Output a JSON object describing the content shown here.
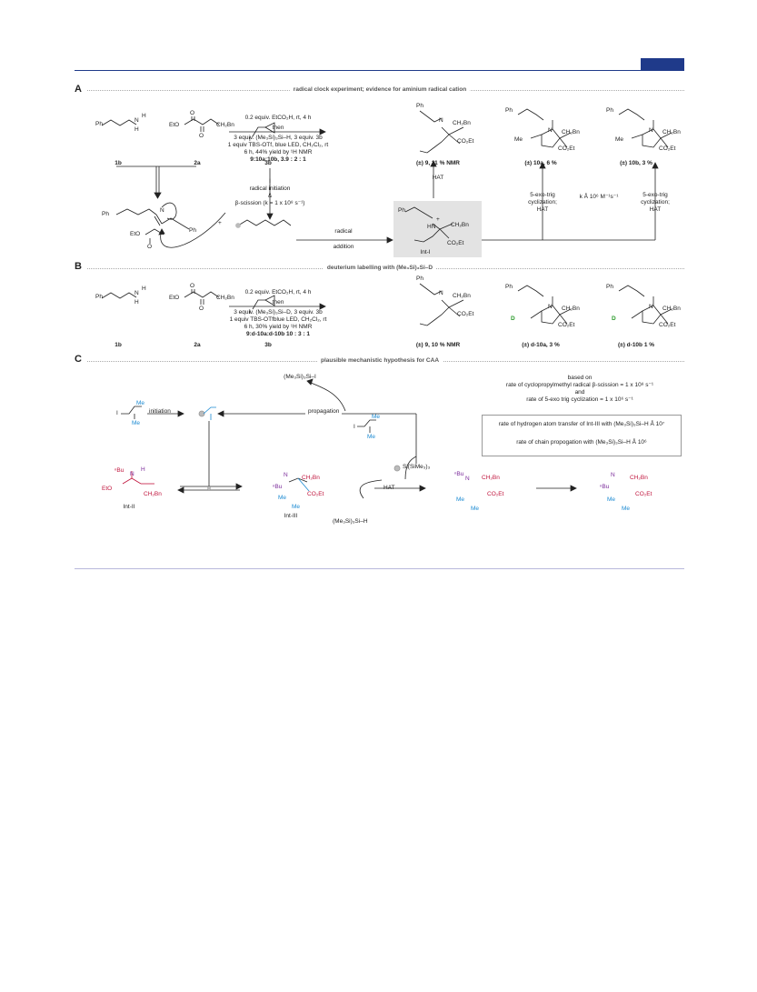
{
  "header": {
    "accent": "#1f3a8a"
  },
  "A": {
    "letter": "A",
    "title": "radical clock experiment; evidence for aminium radical cation",
    "labels": {
      "amine": "1b",
      "ketoester": "2a",
      "iodide": "3b"
    },
    "conditions": [
      "0.2 equiv. EtCO₂H, rt, 4 h",
      "then",
      "3 equiv. (Me₃Si)₃Si–H, 3 equiv. 3b",
      "1 equiv TBS-OTf, blue LED, CH₂Cl₂, rt",
      "6 h, 44% yield by ¹H NMR",
      "9:10a:10b, 3.9 : 2 : 1"
    ],
    "products": [
      "(±) 9, 11 % NMR",
      "(±) 10a, 6 %",
      "(±) 10b, 3 %"
    ],
    "struct_text": {
      "ph": "Ph",
      "n": "N",
      "h": "H",
      "eto": "EtO",
      "o": "O",
      "ch2bn": "CH₂Bn",
      "i": "I",
      "co2et": "CO₂Et",
      "me": "Me",
      "hn": "HN",
      "plus": "+"
    },
    "mech": {
      "radical_initiation": [
        "I",
        "radical initiation",
        "&",
        "β-scission (k = 1 x 10⁸ s⁻¹)"
      ],
      "plus_sign": "+",
      "radical": "radical",
      "addition": "addition",
      "int_label": "Int-I",
      "hat": "HAT",
      "cyclization_a": [
        "5-exo-trig",
        "cyclization;",
        "HAT"
      ],
      "cyclization_b": [
        "5-exo-trig",
        "cyclization;",
        "HAT"
      ],
      "rate": "k Å 10⁶ M⁻¹s⁻¹"
    }
  },
  "B": {
    "letter": "B",
    "title": "deuterium labelling with (Me₃Si)₃Si–D",
    "labels": {
      "amine": "1b",
      "ketoester": "2a",
      "iodide": "3b"
    },
    "conditions": [
      "0.2 equiv. EtCO₂H, rt, 4 h",
      "then",
      "3 equiv. (Me₃Si)₃Si–D, 3 equiv. 3b",
      "1 equiv TBS-OTfblue LED, CH₂Cl₂, rt",
      "6 h, 30% yield by ¹H NMR",
      "9:d-10a:d-10b 10 : 3 : 1"
    ],
    "products": [
      "(±) 9, 10 % NMR",
      "(±) d-10a, 3 %",
      "(±) d-10b 1 %"
    ],
    "d": "D"
  },
  "C": {
    "letter": "C",
    "title": "plausible mechanistic hypothesis for CAA",
    "silyl_iodide": "(Me₃Si)₃Si–I",
    "initiation": "initiation",
    "propagation": "propagation",
    "si_radical": "Si(SiMe₃)₃",
    "hat": "HAT",
    "silane": "(Me₃Si)₃Si–H",
    "int2": "Int-II",
    "int3": "Int-III",
    "nbu": "ⁿBu",
    "based_on": [
      "based on",
      "rate of cyclopropylmethyl radical β-scission = 1 x 10⁸ s⁻¹",
      "and",
      "rate of 5-exo trig cyclization = 1 x 10⁶ s⁻¹"
    ],
    "box_lines": [
      "rate of hydrogen atom transfer of Int-III with (Me₃Si)₃Si–H Å 10⁷",
      "rate of chain propogation with (Me₃Si)₃Si–H Å 10⁶"
    ]
  }
}
